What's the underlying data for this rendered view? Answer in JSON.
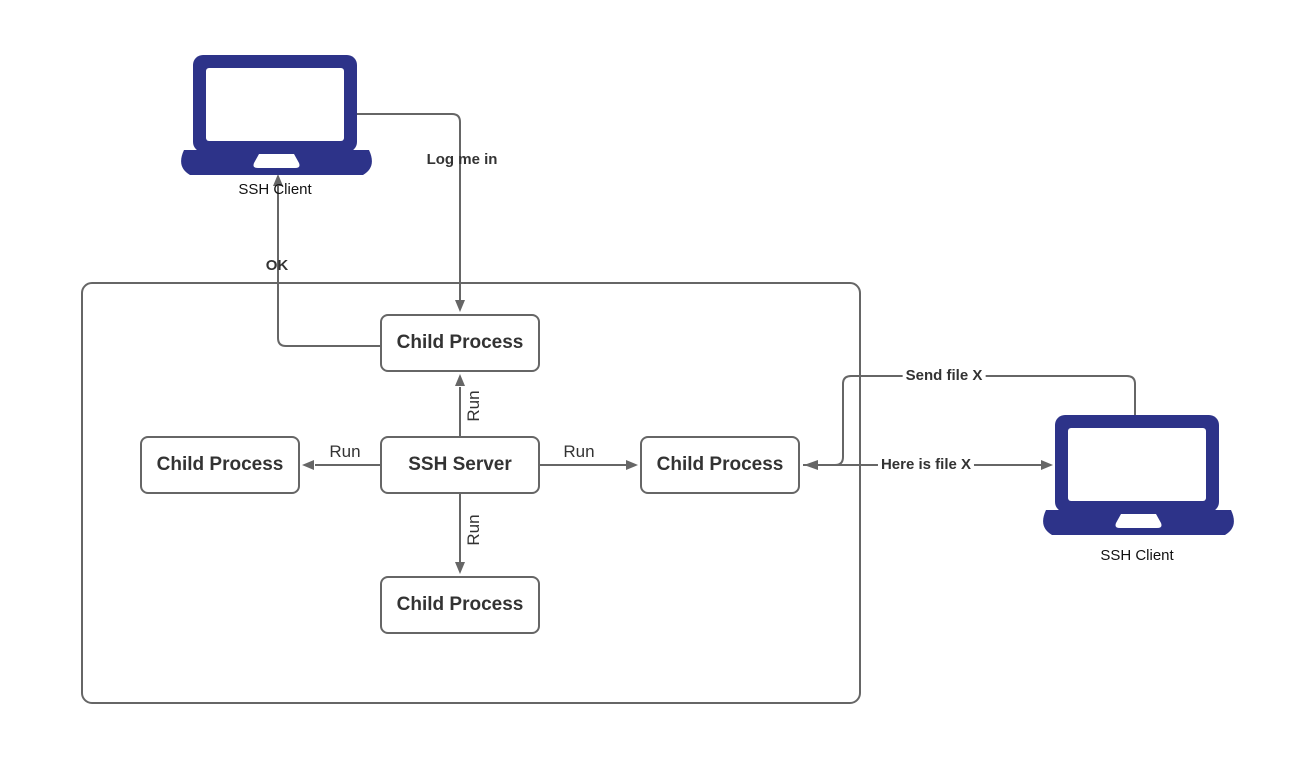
{
  "diagram": {
    "title": "SSH server spawning child processes for SSH clients",
    "colors": {
      "line": "#666666",
      "box_border": "#666666",
      "box_text": "#333333",
      "edge_label_text": "#333333",
      "laptop_fill": "#2d3389",
      "background": "#ffffff"
    },
    "nodes": {
      "client_left": {
        "label": "SSH Client"
      },
      "client_right": {
        "label": "SSH Client"
      },
      "server": {
        "label": "SSH Server"
      },
      "child_top": {
        "label": "Child Process"
      },
      "child_left": {
        "label": "Child Process"
      },
      "child_right": {
        "label": "Child Process"
      },
      "child_bottom": {
        "label": "Child Process"
      }
    },
    "edges": {
      "log_me_in": {
        "label": "Log me in",
        "from": "client_left",
        "to": "child_top"
      },
      "ok": {
        "label": "OK",
        "from": "child_top",
        "to": "client_left"
      },
      "run_up": {
        "label": "Run",
        "from": "server",
        "to": "child_top"
      },
      "run_left": {
        "label": "Run",
        "from": "server",
        "to": "child_left"
      },
      "run_right": {
        "label": "Run",
        "from": "server",
        "to": "child_right"
      },
      "run_down": {
        "label": "Run",
        "from": "server",
        "to": "child_bottom"
      },
      "send_file": {
        "label": "Send file X",
        "from": "client_right",
        "to": "child_right"
      },
      "here_is_file": {
        "label": "Here is file X",
        "from": "child_right",
        "to": "client_right"
      }
    }
  }
}
